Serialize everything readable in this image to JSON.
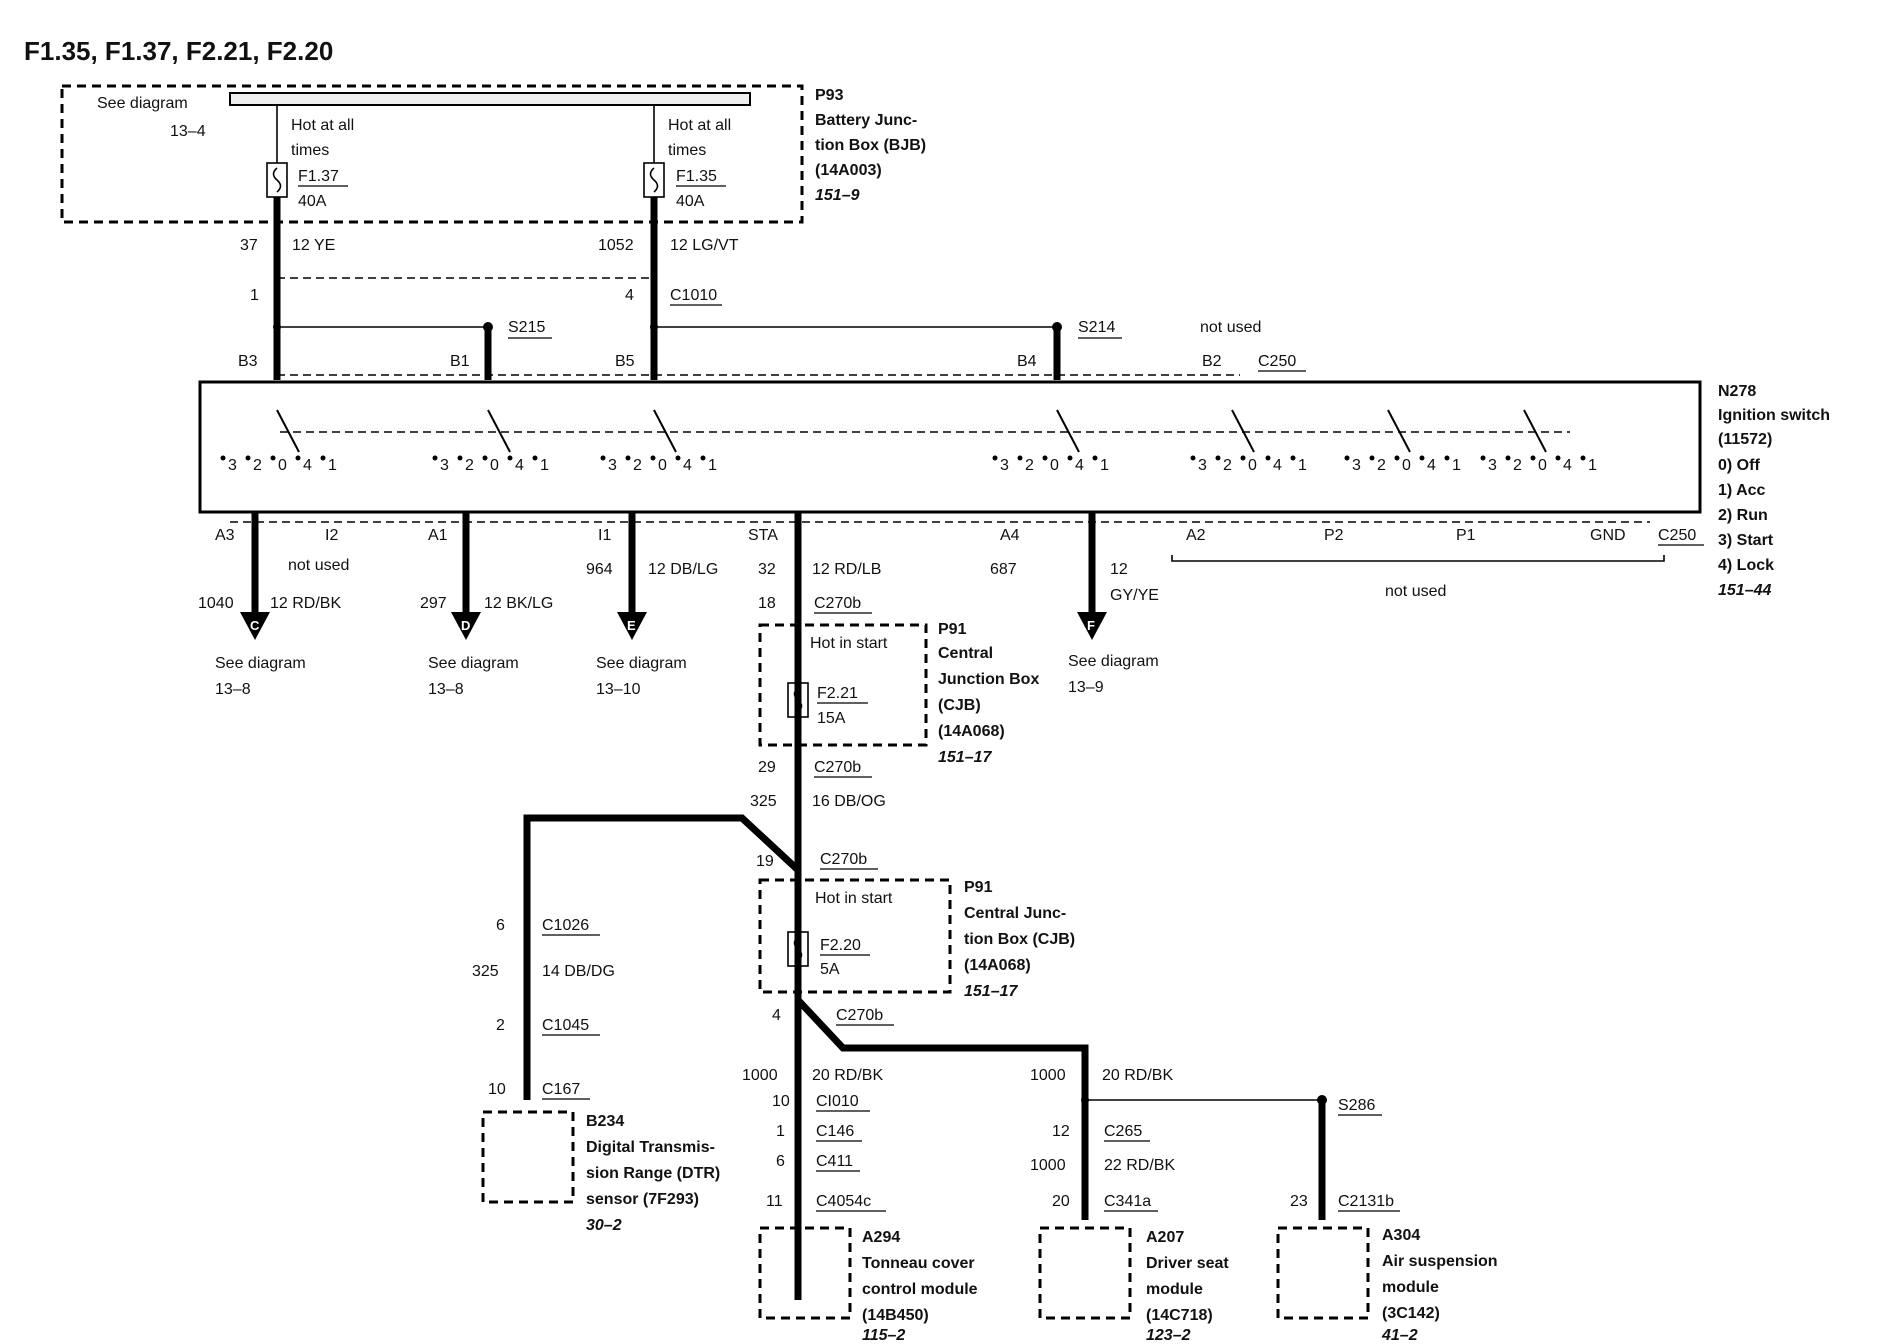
{
  "title": "F1.35, F1.37, F2.21, F2.20",
  "bjb": {
    "see_diagram": "See diagram",
    "ref": "13–4",
    "hot1": "Hot at all",
    "hot2": "times",
    "fuse_a": "F1.37",
    "fuse_a_amp": "40A",
    "fuse_b": "F1.35",
    "fuse_b_amp": "40A",
    "id": "P93",
    "name1": "Battery Junc-",
    "name2": "tion Box (BJB)",
    "part": "(14A003)",
    "page": "151–9"
  },
  "wires_top": {
    "c37": "37",
    "c37_color": "12 YE",
    "c1052": "1052",
    "c1052_color": "12 LG/VT",
    "pin1": "1",
    "pin4": "4",
    "conn": "C1010",
    "s215": "S215",
    "s214": "S214",
    "not_used": "not used",
    "b3": "B3",
    "b1": "B1",
    "b5": "B5",
    "b4": "B4",
    "b2": "B2",
    "c250": "C250"
  },
  "switch": {
    "id": "N278",
    "name": "Ignition switch",
    "part": "(11572)",
    "modes": [
      "0)  Off",
      "1)  Acc",
      "2)  Run",
      "3)  Start",
      "4)  Lock"
    ],
    "page": "151–44",
    "pos_3": "3",
    "pos_2": "2",
    "pos_0": "0",
    "pos_4": "4",
    "pos_1": "1"
  },
  "outputs": {
    "a3": "A3",
    "i2": "I2",
    "a1": "A1",
    "i1": "I1",
    "sta": "STA",
    "a4": "A4",
    "a2": "A2",
    "p2": "P2",
    "p1": "P1",
    "gnd": "GND",
    "c250": "C250",
    "not_used": "not used",
    "not_used2": "not used",
    "c1040": "1040",
    "c1040_color": "12 RD/BK",
    "c297": "297",
    "c297_color": "12 BK/LG",
    "c964": "964",
    "c964_color": "12 DB/LG",
    "c32": "32",
    "c32_color": "12 RD/LB",
    "c687": "687",
    "c687_color1": "12",
    "c687_color2": "GY/YE",
    "pin18": "18",
    "c270b": "C270b",
    "arrow_c": "C",
    "arrow_d": "D",
    "arrow_e": "E",
    "arrow_f": "F",
    "see": "See diagram",
    "ref_c": "13–8",
    "ref_d": "13–8",
    "ref_e": "13–10",
    "ref_f": "13–9"
  },
  "cjb1": {
    "hot": "Hot in start",
    "fuse": "F2.21",
    "amp": "15A",
    "id": "P91",
    "name1": "Central",
    "name2": "Junction Box",
    "name3": "(CJB)",
    "part": "(14A068)",
    "page": "151–17"
  },
  "mid": {
    "pin29": "29",
    "conn1": "C270b",
    "c325": "325",
    "c325_color": "16 DB/OG",
    "pin19": "19",
    "conn2": "C270b"
  },
  "cjb2": {
    "hot": "Hot in start",
    "fuse": "F2.20",
    "amp": "5A",
    "id": "P91",
    "name1": "Central Junc-",
    "name2": "tion Box (CJB)",
    "part": "(14A068)",
    "page": "151–17"
  },
  "dtr": {
    "pin6": "6",
    "c1026": "C1026",
    "c325": "325",
    "c325_color": "14 DB/DG",
    "pin2": "2",
    "c1045": "C1045",
    "pin10": "10",
    "c167": "C167",
    "id": "B234",
    "name1": "Digital Transmis-",
    "name2": "sion Range (DTR)",
    "name3": "sensor (7F293)",
    "page": "30–2"
  },
  "bottom": {
    "pin4": "4",
    "conn": "C270b",
    "c1000a": "1000",
    "c1000a_color": "20 RD/BK",
    "c1000b": "1000",
    "c1000b_color": "20 RD/BK",
    "pin10": "10",
    "c1010": "CI010",
    "pin1": "1",
    "c146": "C146",
    "pin6": "6",
    "c411": "C411",
    "pin11": "11",
    "c4054c": "C4054c",
    "pin12": "12",
    "c265": "C265",
    "c1000c": "1000",
    "c1000c_color": "22 RD/BK",
    "pin20": "20",
    "c341a": "C341a",
    "s286": "S286",
    "pin23": "23",
    "c2131b": "C2131b"
  },
  "modules": {
    "a294_id": "A294",
    "a294_1": "Tonneau cover",
    "a294_2": "control module",
    "a294_3": "(14B450)",
    "a294_page": "115–2",
    "a207_id": "A207",
    "a207_1": "Driver seat",
    "a207_2": "module",
    "a207_3": "(14C718)",
    "a207_page": "123–2",
    "a304_id": "A304",
    "a304_1": "Air suspension",
    "a304_2": "module",
    "a304_3": "(3C142)",
    "a304_page": "41–2"
  }
}
